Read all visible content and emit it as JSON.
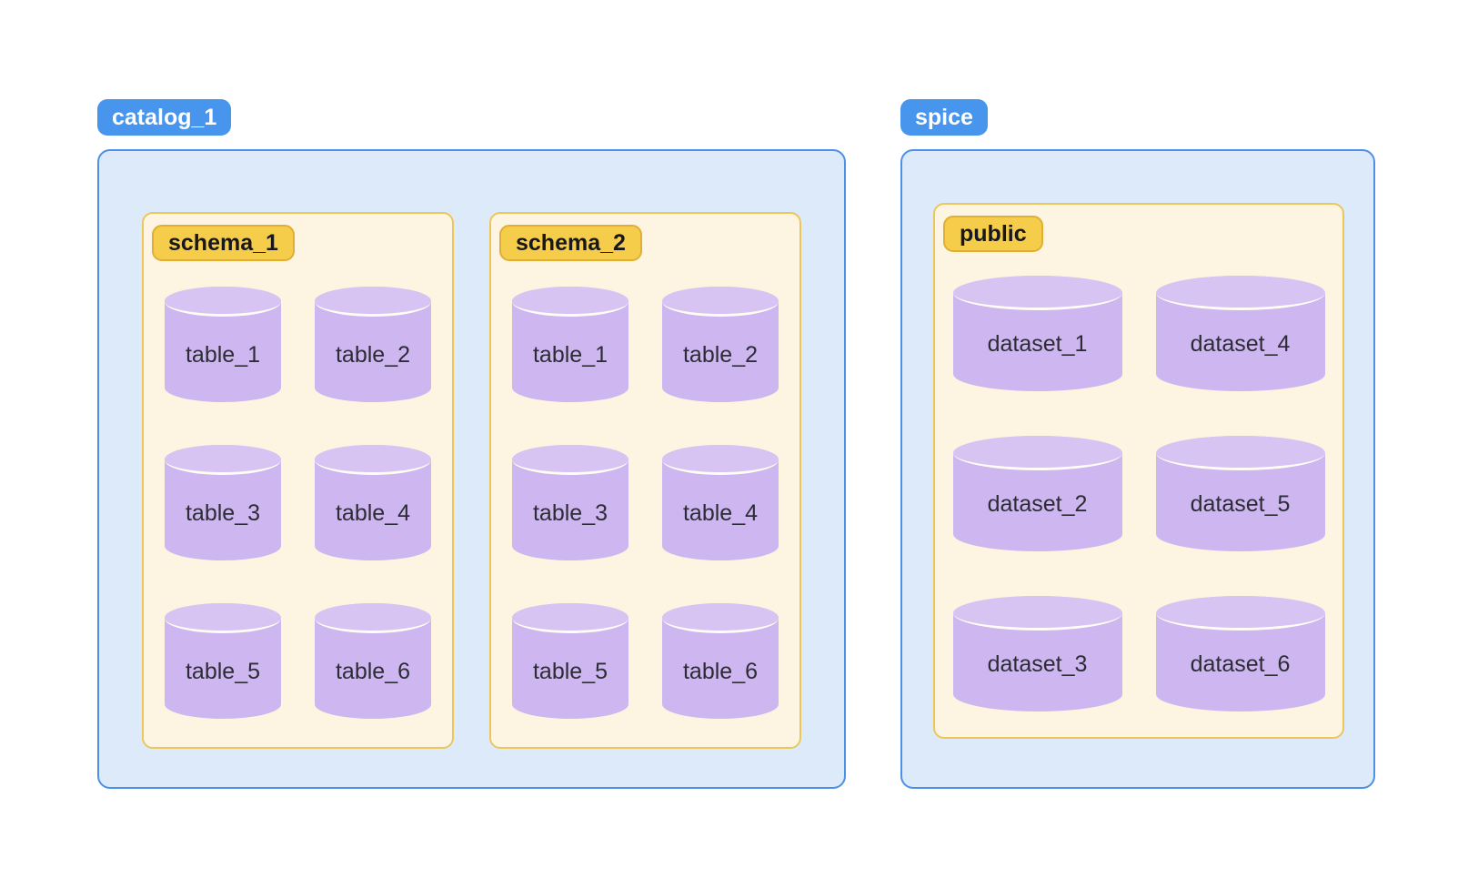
{
  "left_catalog": {
    "label": "catalog_1",
    "schemas": [
      {
        "label": "schema_1",
        "tables": [
          "table_1",
          "table_2",
          "table_3",
          "table_4",
          "table_5",
          "table_6"
        ]
      },
      {
        "label": "schema_2",
        "tables": [
          "table_1",
          "table_2",
          "table_3",
          "table_4",
          "table_5",
          "table_6"
        ]
      }
    ]
  },
  "right_catalog": {
    "label": "spice",
    "schemas": [
      {
        "label": "public",
        "tables": [
          "dataset_1",
          "dataset_2",
          "dataset_3",
          "dataset_4",
          "dataset_5",
          "dataset_6"
        ]
      }
    ]
  },
  "colors": {
    "catalog_badge_fill": "#4795EC",
    "catalog_badge_text": "#FFFFFF",
    "catalog_box_fill": "#DCEAF9",
    "catalog_box_border": "#4E90E8",
    "schema_badge_fill": "#F5CD4B",
    "schema_badge_border": "#DFAE33",
    "schema_badge_text": "#17171C",
    "schema_box_fill": "#FDF5E1",
    "schema_box_border": "#EBC75B",
    "cylinder_body": "#CEB6F0",
    "cylinder_lid": "#D8C4F3",
    "cylinder_text": "#2C2C34"
  }
}
